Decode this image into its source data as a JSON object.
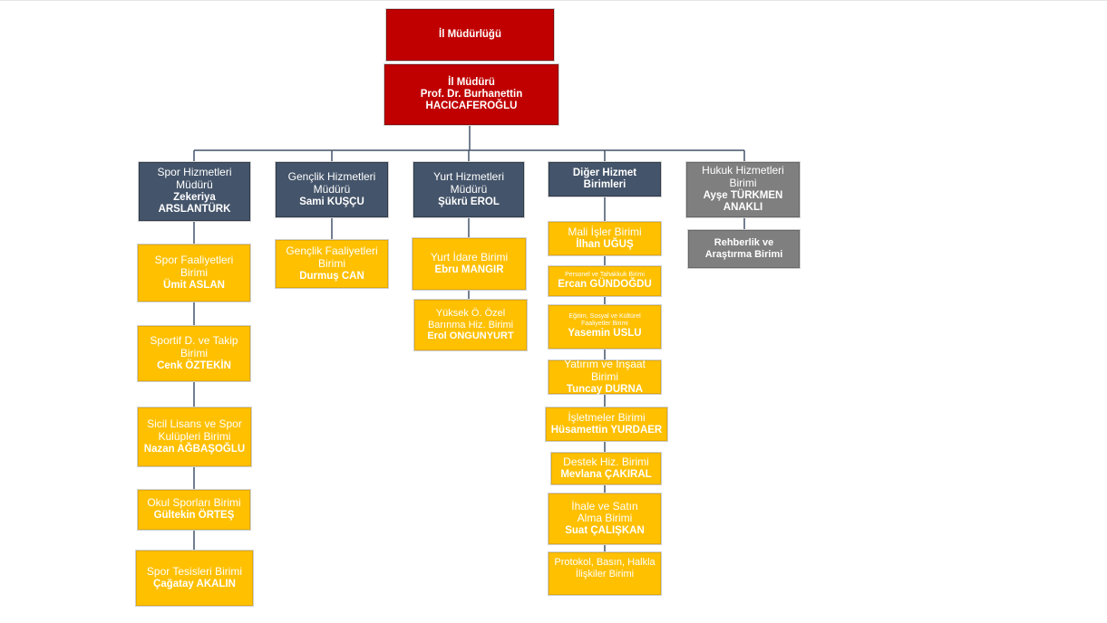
{
  "top": {
    "directorate": "İl Müdürlüğü",
    "director_title": "İl Müdürü",
    "director_name_1": "Prof. Dr. Burhanettin",
    "director_name_2": "HACICAFEROĞLU"
  },
  "departments": {
    "spor": {
      "title": "Spor Hizmetleri Müdürü",
      "name": "Zekeriya ARSLANTÜRK"
    },
    "genclik": {
      "title": "Gençlik Hizmetleri Müdürü",
      "name": "Sami KUŞÇU"
    },
    "yurt": {
      "title": "Yurt Hizmetleri Müdürü",
      "name": "Şükrü EROL"
    },
    "diger": {
      "title": "Diğer Hizmet Birimleri"
    },
    "hukuk": {
      "title": "Hukuk Hizmetleri Birimi",
      "name": "Ayşe TÜRKMEN ANAKLI"
    }
  },
  "spor_units": [
    {
      "title": "Spor Faaliyetleri Birimi",
      "name": "Ümit ASLAN"
    },
    {
      "title": "Sportif D. ve Takip Birimi",
      "name": "Cenk ÖZTEKİN"
    },
    {
      "title": "Sicil Lisans ve Spor Kulüpleri Birimi",
      "name": "Nazan AĞBAŞOĞLU"
    },
    {
      "title": "Okul Sporları Birimi",
      "name": "Gültekin ÖRTEŞ"
    },
    {
      "title": "Spor Tesisleri Birimi",
      "name": "Çağatay AKALIN"
    }
  ],
  "genclik_units": [
    {
      "title": "Gençlik Faaliyetleri Birimi",
      "name": "Durmuş CAN"
    }
  ],
  "yurt_units": [
    {
      "title": "Yurt İdare Birimi",
      "name": "Ebru MANGIR"
    },
    {
      "title": "Yüksek Ö. Özel Barınma Hiz. Birimi",
      "name": "Erol ONGUNYURT"
    }
  ],
  "diger_units": [
    {
      "title": "Mali İşler Birimi",
      "name": "İlhan UĞUŞ"
    },
    {
      "title": "Personel ve Tahakkuk Birimi",
      "name": "Ercan GÜNDOĞDU"
    },
    {
      "title": "Eğitim, Sosyal ve Kültürel Faaliyetler Birimi",
      "name": "Yasemin USLU"
    },
    {
      "title": "Yatırım ve İnşaat Birimi",
      "name": "Tuncay DURNA"
    },
    {
      "title": "İşletmeler Birimi",
      "name": "Hüsamettin YURDAER"
    },
    {
      "title": "Destek Hiz. Birimi",
      "name": "Mevlana ÇAKIRAL"
    },
    {
      "title": "İhale ve Satın Alma Birimi",
      "name": "Suat ÇALIŞKAN"
    },
    {
      "title": "Protokol, Basın, Halkla İlişkiler Birimi"
    }
  ],
  "hukuk_units": [
    {
      "title": "Rehberlik ve Araştırma Birimi"
    }
  ]
}
